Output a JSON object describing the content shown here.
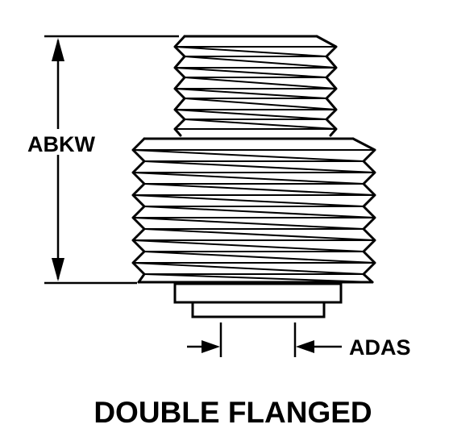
{
  "diagram": {
    "labels": {
      "height_dimension": "ABKW",
      "diameter_dimension": "ADAS",
      "caption": "DOUBLE FLANGED"
    },
    "colors": {
      "ink": "#000000",
      "background": "#ffffff"
    }
  }
}
